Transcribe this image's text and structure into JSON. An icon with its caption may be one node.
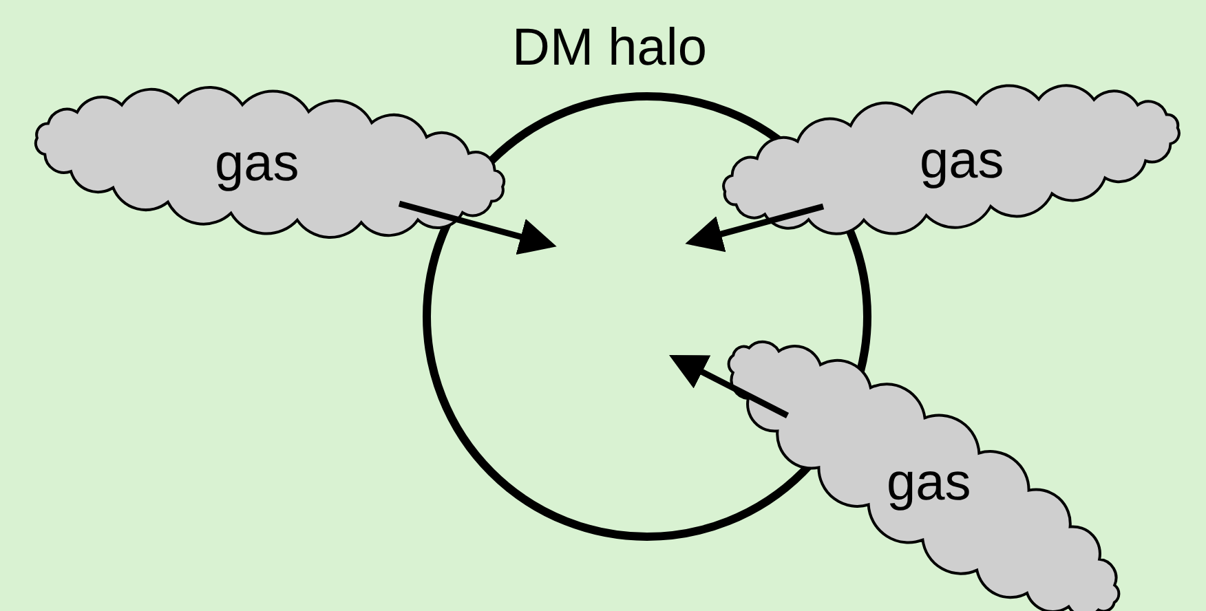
{
  "diagram": {
    "nodes": [
      {
        "text": [
          "DM halo"
        ]
      },
      {
        "text": [
          "gas"
        ]
      },
      {
        "text": [
          "gas"
        ]
      },
      {
        "text": [
          "gas"
        ]
      }
    ],
    "edges": [
      {
        "from": 1,
        "to": 0,
        "arrow": "to"
      },
      {
        "from": 2,
        "to": 0,
        "arrow": "to"
      },
      {
        "from": 3,
        "to": 0,
        "arrow": "to"
      }
    ]
  }
}
